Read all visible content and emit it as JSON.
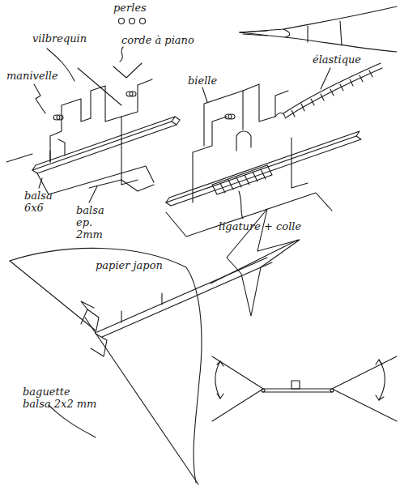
{
  "diagram": {
    "labels": [
      "perles",
      "vilbrequin",
      "corde à piano",
      "manivelle",
      "bielle",
      "élastique",
      "balsa 6x6",
      "balsa ep. 2mm",
      "ligature + colle",
      "papier japon",
      "baguette balsa 2x2 mm"
    ]
  }
}
